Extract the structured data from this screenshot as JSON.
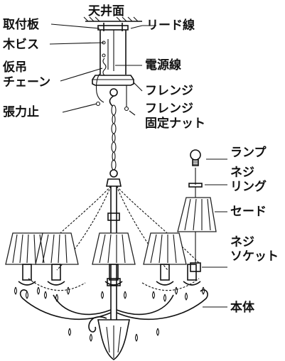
{
  "labels": {
    "ceiling": "天井面",
    "mount_plate": "取付板",
    "lead_wire": "リード線",
    "wood_screw": "木ビス",
    "temp_chain_1": "仮吊",
    "temp_chain_2": "チェーン",
    "power_wire": "電源線",
    "flange": "フレンジ",
    "tension_stop": "張力止",
    "flange_nut_1": "フレンジ",
    "flange_nut_2": "固定ナット",
    "lamp": "ランプ",
    "screw_ring_1": "ネジ",
    "screw_ring_2": "リング",
    "shade": "セード",
    "screw_socket_1": "ネジ",
    "screw_socket_2": "ソケット",
    "body": "本体"
  }
}
